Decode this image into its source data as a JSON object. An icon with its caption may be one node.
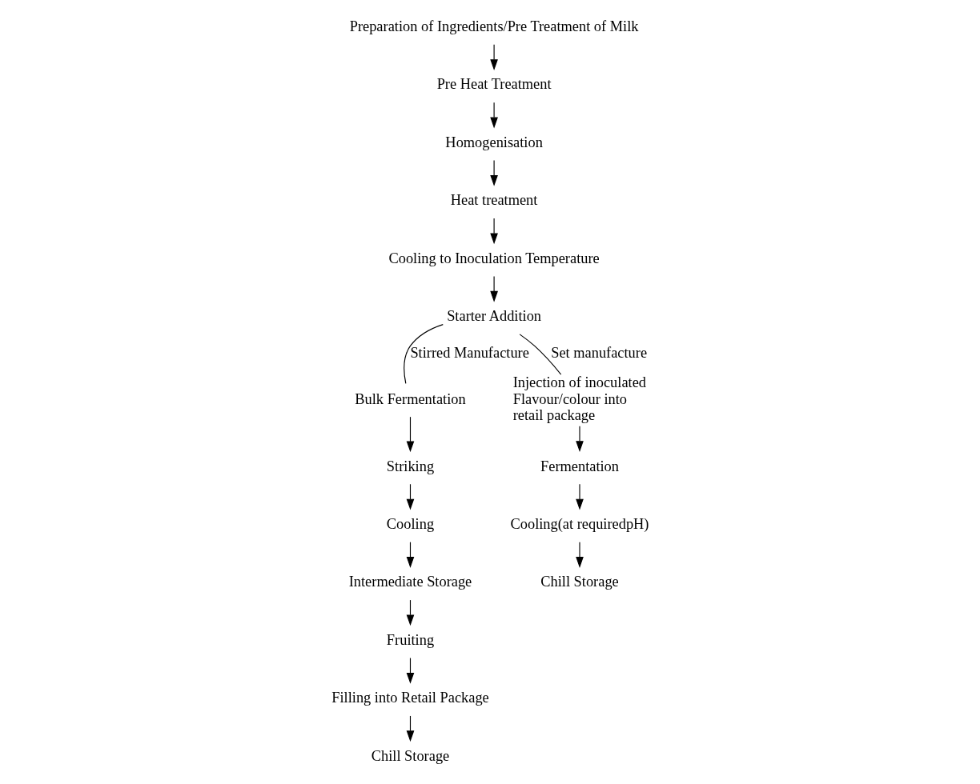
{
  "diagram": {
    "nodes": [
      {
        "text": [
          "Preparation of Ingredients/Pre Treatment of Milk"
        ]
      },
      {
        "text": [
          "Pre Heat Treatment"
        ]
      },
      {
        "text": [
          "Homogenisation"
        ]
      },
      {
        "text": [
          "Heat treatment"
        ]
      },
      {
        "text": [
          "Cooling to Inoculation Temperature"
        ]
      },
      {
        "text": [
          "Starter Addition"
        ]
      },
      {
        "text": [
          "Bulk Fermentation"
        ]
      },
      {
        "text": [
          "Striking"
        ]
      },
      {
        "text": [
          "Cooling"
        ]
      },
      {
        "text": [
          "Intermediate Storage"
        ]
      },
      {
        "text": [
          "Fruiting"
        ]
      },
      {
        "text": [
          "Filling into Retail Package"
        ]
      },
      {
        "text": [
          "Chill Storage"
        ]
      },
      {
        "text": [
          "Injection of inoculated Flavour/colour into retail package"
        ]
      },
      {
        "text": [
          "Fermentation"
        ]
      },
      {
        "text": [
          "Cooling(at requiredpH)"
        ]
      },
      {
        "text": [
          "Chill Storage"
        ]
      }
    ],
    "edges": [
      {
        "from": 0,
        "to": 1,
        "arrow": "to"
      },
      {
        "from": 1,
        "to": 2,
        "arrow": "to"
      },
      {
        "from": 2,
        "to": 3,
        "arrow": "to"
      },
      {
        "from": 3,
        "to": 4,
        "arrow": "to"
      },
      {
        "from": 4,
        "to": 5,
        "arrow": "to"
      },
      {
        "from": 5,
        "to": 6,
        "arrow": "none",
        "label": "Stirred Manufacture"
      },
      {
        "from": 5,
        "to": 13,
        "arrow": "none",
        "label": "Set manufacture"
      },
      {
        "from": 6,
        "to": 7,
        "arrow": "to"
      },
      {
        "from": 7,
        "to": 8,
        "arrow": "to"
      },
      {
        "from": 8,
        "to": 9,
        "arrow": "to"
      },
      {
        "from": 9,
        "to": 10,
        "arrow": "to"
      },
      {
        "from": 10,
        "to": 11,
        "arrow": "to"
      },
      {
        "from": 11,
        "to": 12,
        "arrow": "to"
      },
      {
        "from": 13,
        "to": 14,
        "arrow": "to"
      },
      {
        "from": 14,
        "to": 15,
        "arrow": "to"
      },
      {
        "from": 15,
        "to": 16,
        "arrow": "to"
      }
    ]
  }
}
